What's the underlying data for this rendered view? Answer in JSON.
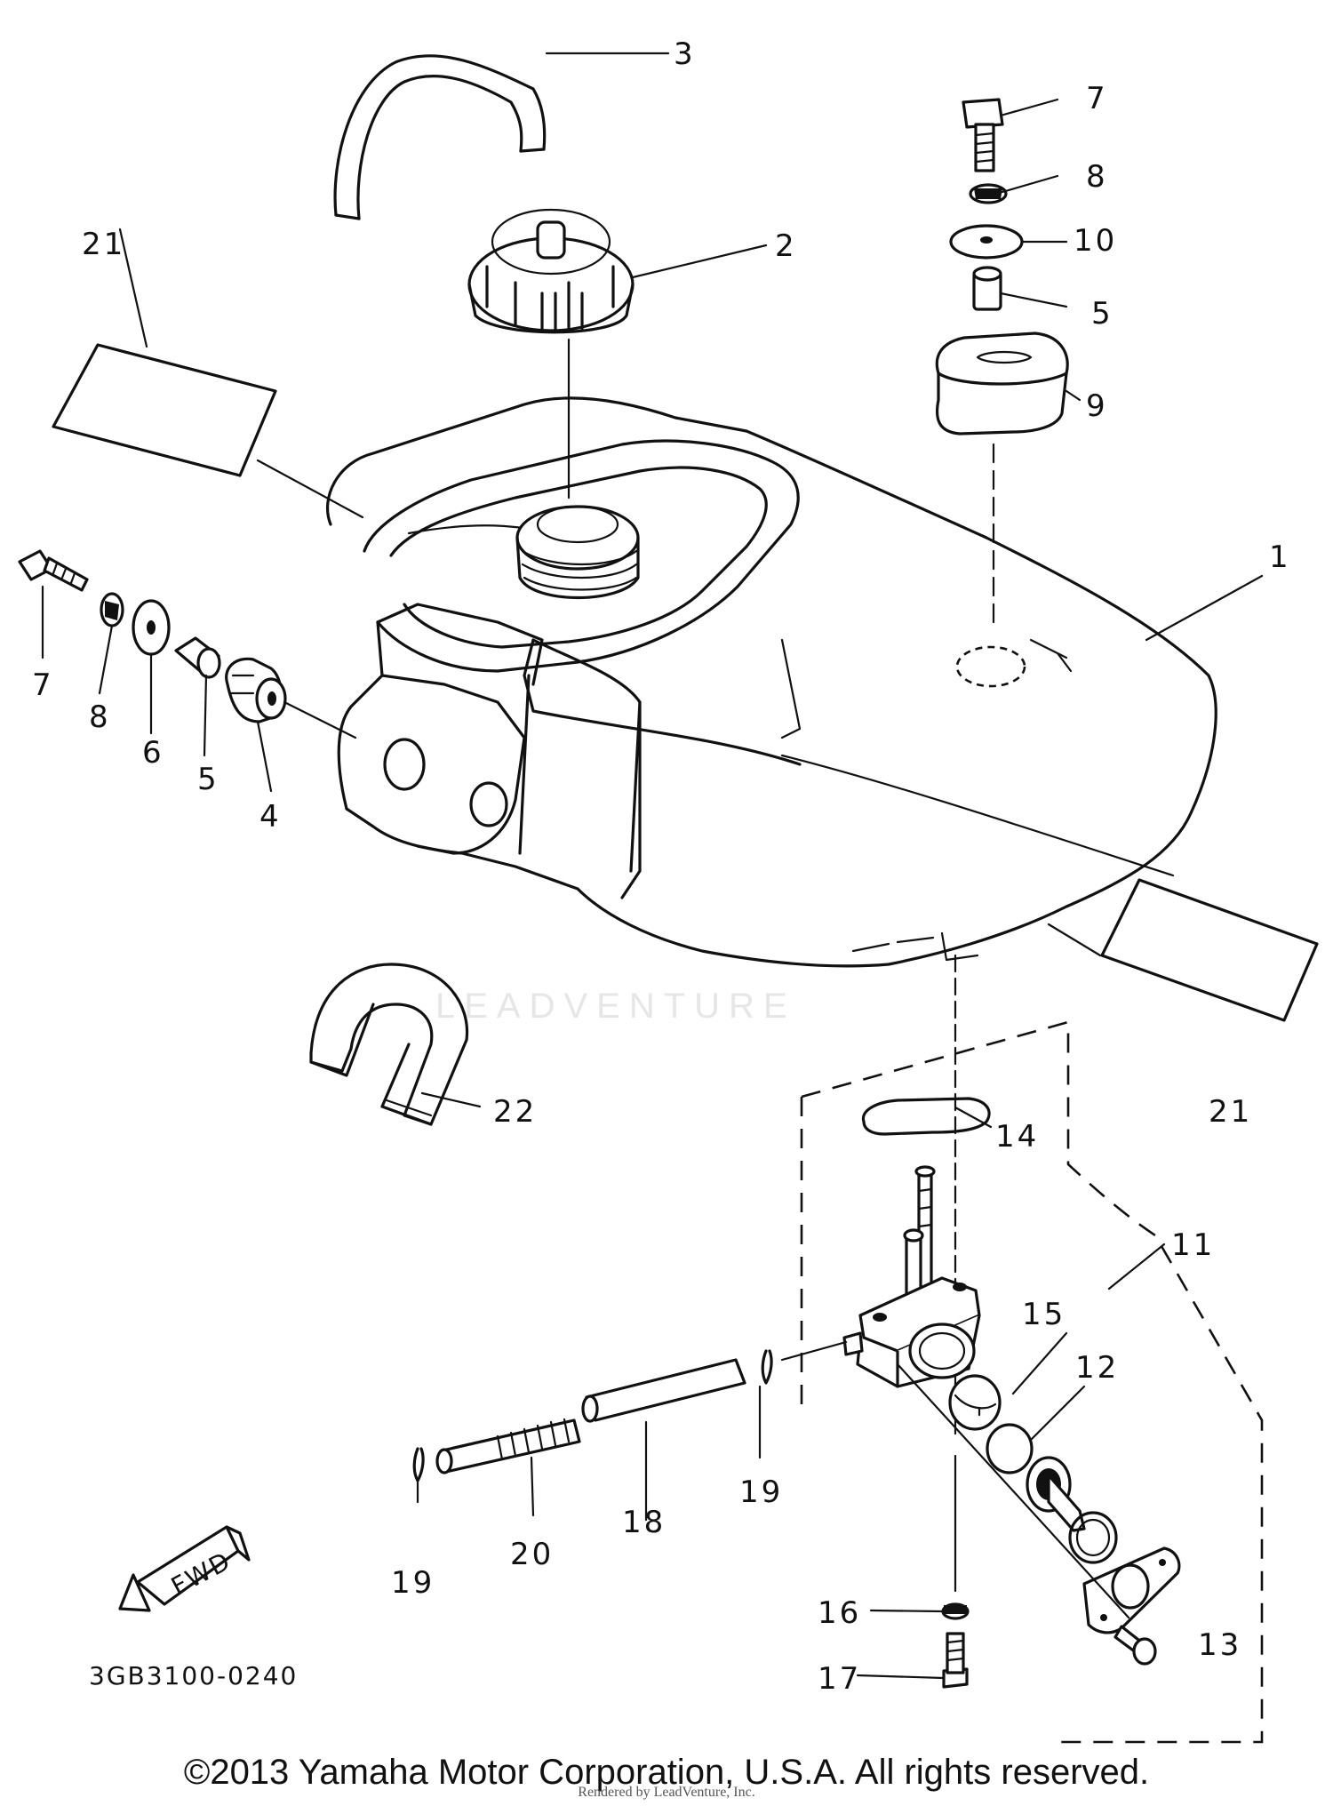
{
  "diagram": {
    "callouts": {
      "fuel_tank": "1",
      "fuel_cap": "2",
      "breather_hose": "3",
      "damper_front": "4",
      "collar_front": "5",
      "collar_top": "5",
      "washer_front": "6",
      "bolt_front": "7",
      "bolt_top": "7",
      "lock_washer_front": "8",
      "lock_washer_top": "8",
      "damper_top": "9",
      "washer_top": "10",
      "fuel_cock_assembly": "11",
      "oring": "12",
      "cock_screw": "13",
      "cock_gasket": "14",
      "cup": "15",
      "washer_16": "16",
      "bolt_17": "17",
      "fuel_hose": "18",
      "clip_right": "19",
      "clip_left": "19",
      "fuel_filter": "20",
      "emblem_left": "21",
      "emblem_right": "21",
      "cover": "22"
    },
    "fwd_label": "FWD",
    "part_code": "3GB3100-0240",
    "watermark": "LEADVENTURE"
  },
  "footer": {
    "copyright": "©2013 Yamaha Motor Corporation, U.S.A. All rights reserved.",
    "rendered_by": "Rendered by LeadVenture, Inc."
  }
}
